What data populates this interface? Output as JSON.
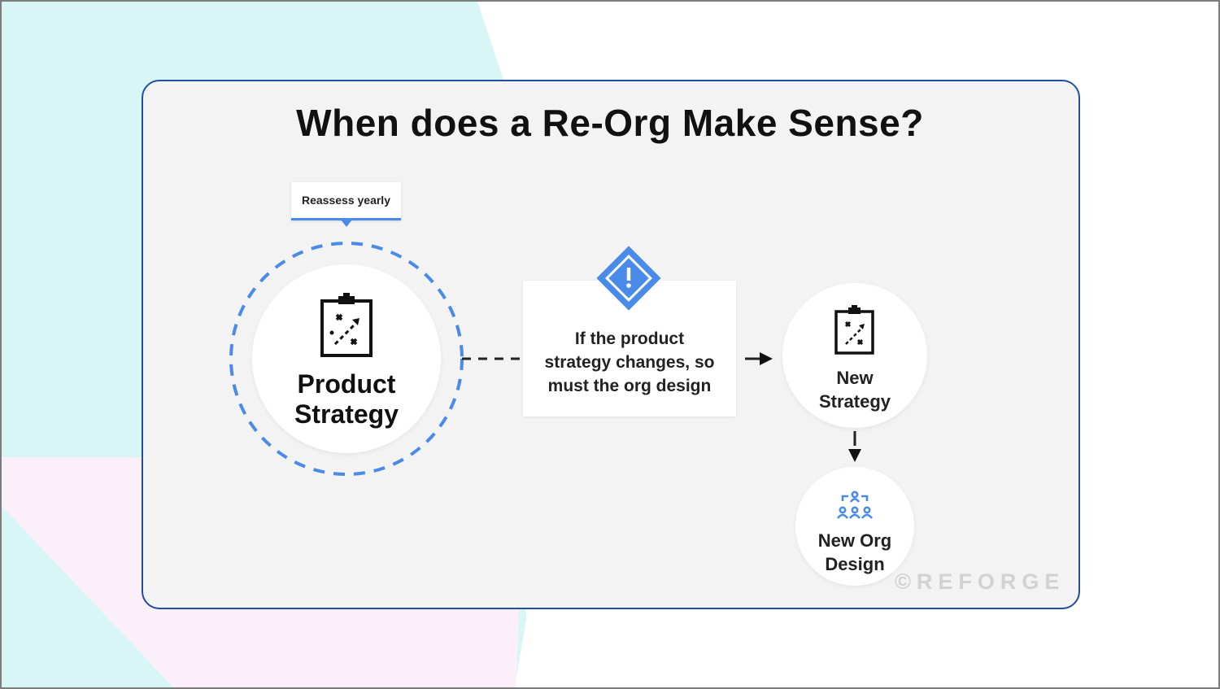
{
  "title": "When does a Re-Org Make Sense?",
  "tag": {
    "label": "Reassess yearly"
  },
  "nodes": {
    "product_strategy": {
      "line1": "Product",
      "line2": "Strategy",
      "icon": "strategy-clipboard-icon"
    },
    "new_strategy": {
      "line1": "New",
      "line2": "Strategy",
      "icon": "strategy-clipboard-icon"
    },
    "new_org_design": {
      "line1": "New Org",
      "line2": "Design",
      "icon": "org-chart-icon"
    }
  },
  "callout": {
    "line1": "If the product",
    "line2": "strategy changes, so",
    "line3": "must the org design",
    "icon": "warning-diamond-icon"
  },
  "watermark": "©REFORGE",
  "colors": {
    "accent": "#4a8ae8",
    "border": "#1f4ea3",
    "card_bg": "#f3f3f3"
  }
}
